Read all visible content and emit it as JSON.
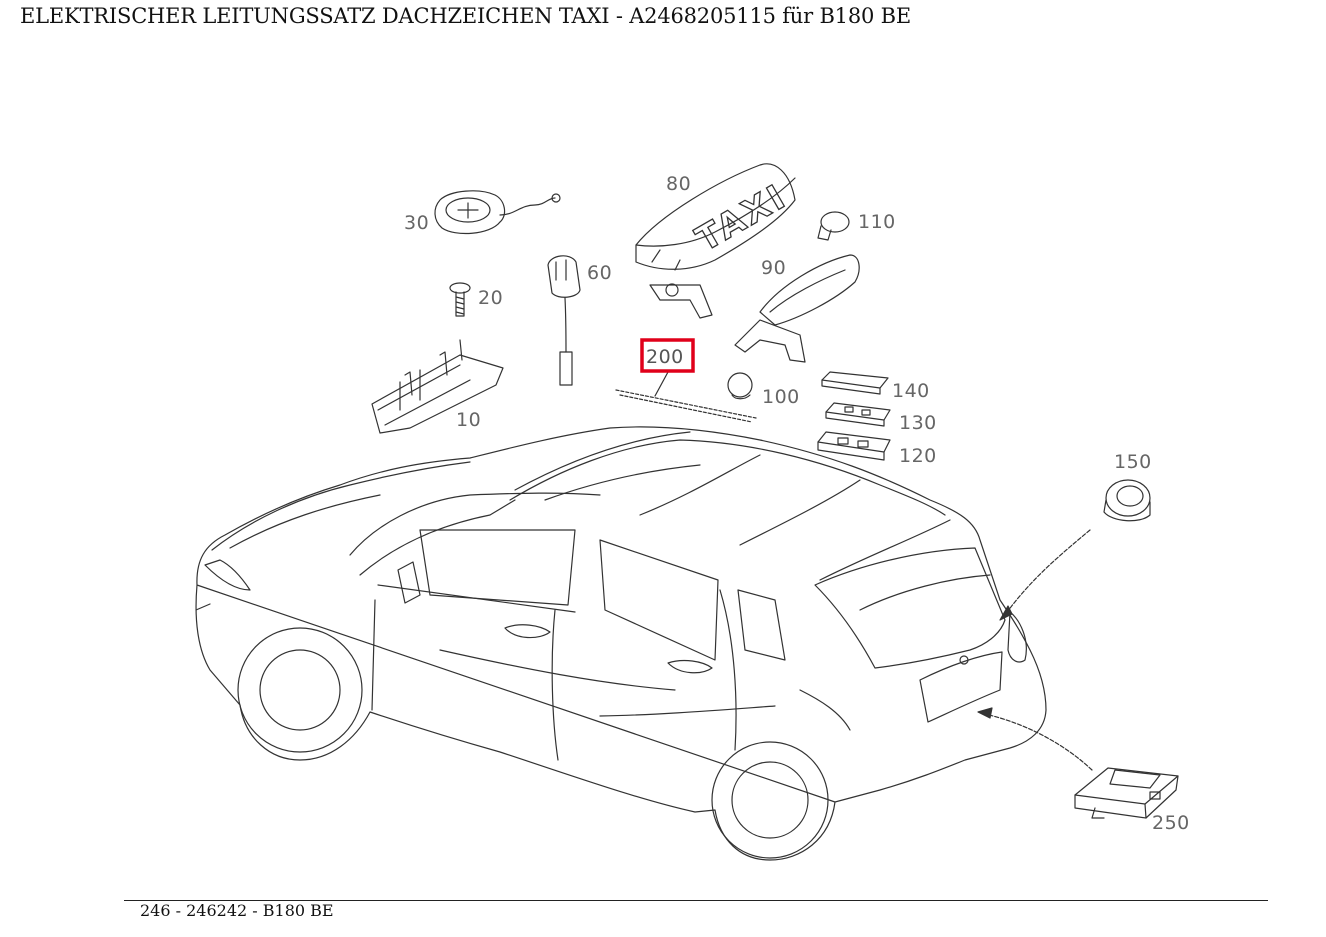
{
  "header": {
    "title": "ELEKTRISCHER LEITUNGSSATZ DACHZEICHEN TAXI - A2468205115 für B180 BE"
  },
  "footer": {
    "text": "246 - 246242 - B180 BE"
  },
  "diagram": {
    "highlight_color": "#e0001a",
    "roof_sign_text": "TAXI",
    "parts": [
      {
        "id": "10"
      },
      {
        "id": "20"
      },
      {
        "id": "30"
      },
      {
        "id": "60"
      },
      {
        "id": "80"
      },
      {
        "id": "90"
      },
      {
        "id": "100"
      },
      {
        "id": "110"
      },
      {
        "id": "120"
      },
      {
        "id": "130"
      },
      {
        "id": "140"
      },
      {
        "id": "150"
      },
      {
        "id": "200",
        "highlighted": true
      },
      {
        "id": "250"
      }
    ]
  }
}
